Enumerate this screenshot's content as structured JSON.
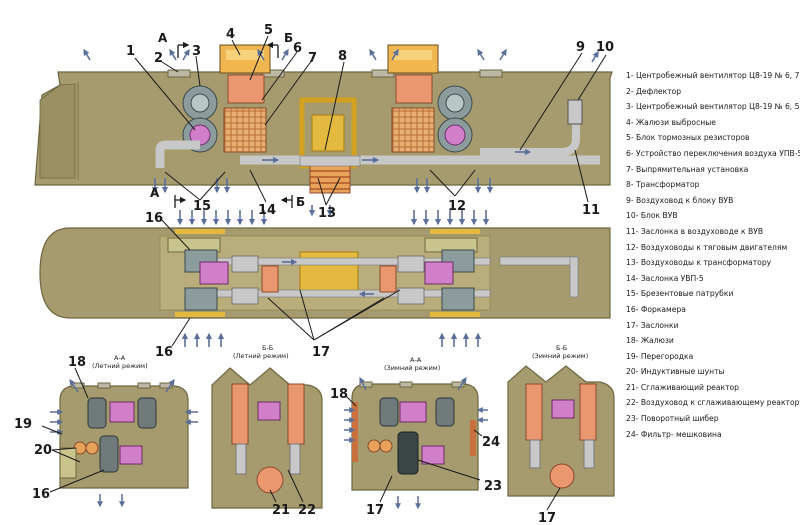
{
  "callouts": {
    "n1": "1",
    "n2": "2",
    "n3": "3",
    "n4": "4",
    "n5": "5",
    "n6": "6",
    "n7": "7",
    "n8": "8",
    "n9": "9",
    "n10": "10",
    "n11": "11",
    "n12": "12",
    "n13": "13",
    "n14": "14",
    "n15": "15",
    "n16": "16",
    "n16b": "16",
    "n17": "17",
    "n18a": "18",
    "n18b": "18",
    "n19": "19",
    "n20": "20",
    "n16c": "16",
    "n21": "21",
    "n22": "22",
    "n17b": "17",
    "n23": "23",
    "n24": "24",
    "n17c": "17"
  },
  "section_marks": {
    "a_top": "А",
    "b_top": "Б",
    "a_bottom": "А",
    "b_bottom": "Б"
  },
  "views": [
    {
      "title": "А-А",
      "mode": "(Летний режим)"
    },
    {
      "title": "Б-Б",
      "mode": "(Летний режим)"
    },
    {
      "title": "А-А",
      "mode": "(Зимний режим)"
    },
    {
      "title": "Б-Б",
      "mode": "(Зимний режим)"
    }
  ],
  "legend": [
    "1- Центробежный вентилятор Ц8-19 № 6, 7",
    "2- Дефлектор",
    "3- Центробежный вентилятор Ц8-19 № 6, 5",
    "4- Жалюзи выбросные",
    "5- Блок тормозных резисторов",
    "6- Устройство переключения воздуха УПВ-5",
    "7- Выпрямительная установка",
    "8- Трансформатор",
    "9- Воздуховод к блоку ВУВ",
    "10- Блок ВУВ",
    "11- Заслонка в воздуховоде к ВУВ",
    "12- Воздуховоды к тяговым двигателям",
    "13- Воздуховоды к трансформатору",
    "14- Заслонка УВП-5",
    "15- Брезентовые патрубки",
    "16- Форкамера",
    "17- Заслонки",
    "18- Жалюзи",
    "19- Перегородка",
    "20- Индуктивные шунты",
    "21- Сглаживающий реактор",
    "22- Воздуховод к сглаживающему реактору",
    "23- Поворотный шибер",
    "24- Фильтр- мешковина"
  ]
}
